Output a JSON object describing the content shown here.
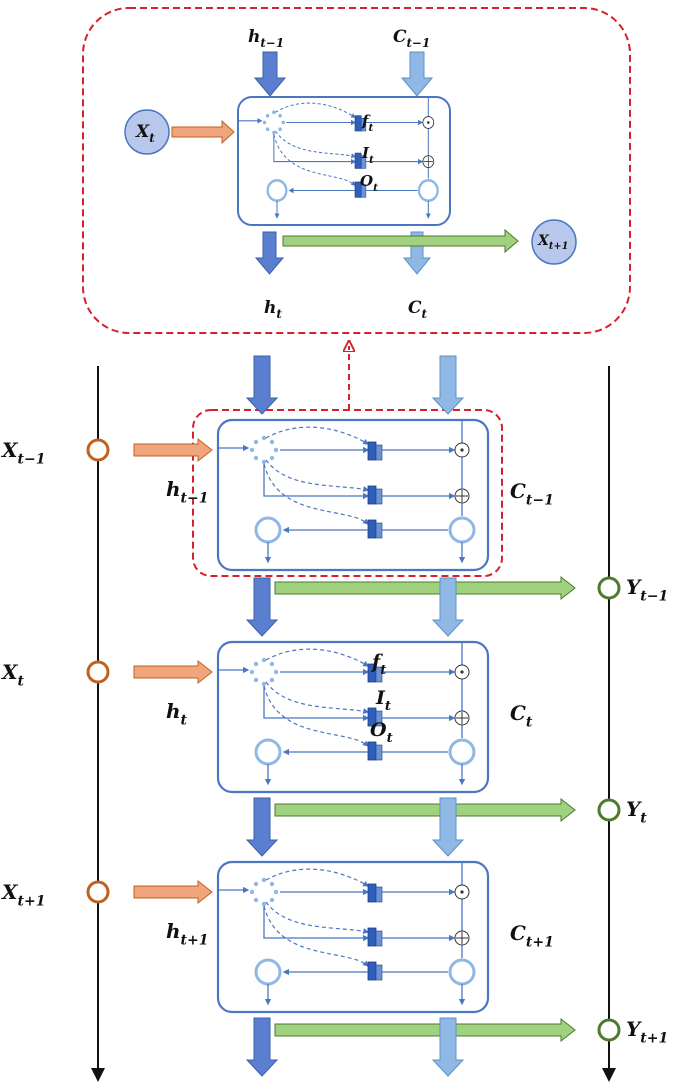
{
  "colors": {
    "cell_border": "#4a76c2",
    "h_arrow": "#5b7fd0",
    "c_arrow": "#8fb8e4",
    "x_arrow": "#f0a57c",
    "y_arrow": "#9fd17f",
    "x_node": "#c0611f",
    "y_node": "#4e7a2b",
    "highlight": "#d6202a",
    "node_fill": "#b7c8ec"
  },
  "detail": {
    "h_in": {
      "base": "h",
      "sub": "t−1"
    },
    "c_in": {
      "base": "C",
      "sub": "t−1"
    },
    "x_in": {
      "base": "X",
      "sub": "t"
    },
    "f": {
      "base": "f",
      "sub": "t"
    },
    "i": {
      "base": "I",
      "sub": "t"
    },
    "o": {
      "base": "O",
      "sub": "t"
    },
    "x_next": {
      "base": "X",
      "sub": "t+1"
    },
    "h_out": {
      "base": "h",
      "sub": "t"
    },
    "c_out": {
      "base": "C",
      "sub": "t"
    }
  },
  "chain": [
    {
      "x": {
        "base": "X",
        "sub": "t−1"
      },
      "h": {
        "base": "h",
        "sub": "t−1"
      },
      "c": {
        "base": "C",
        "sub": "t−1"
      },
      "y": {
        "base": "Y",
        "sub": "t−1"
      }
    },
    {
      "x": {
        "base": "X",
        "sub": "t"
      },
      "h": {
        "base": "h",
        "sub": "t"
      },
      "c": {
        "base": "C",
        "sub": "t"
      },
      "y": {
        "base": "Y",
        "sub": "t"
      },
      "f": {
        "base": "f",
        "sub": "t"
      },
      "i": {
        "base": "I",
        "sub": "t"
      },
      "o": {
        "base": "O",
        "sub": "t"
      }
    },
    {
      "x": {
        "base": "X",
        "sub": "t+1"
      },
      "h": {
        "base": "h",
        "sub": "t+1"
      },
      "c": {
        "base": "C",
        "sub": "t+1"
      },
      "y": {
        "base": "Y",
        "sub": "t+1"
      }
    }
  ]
}
